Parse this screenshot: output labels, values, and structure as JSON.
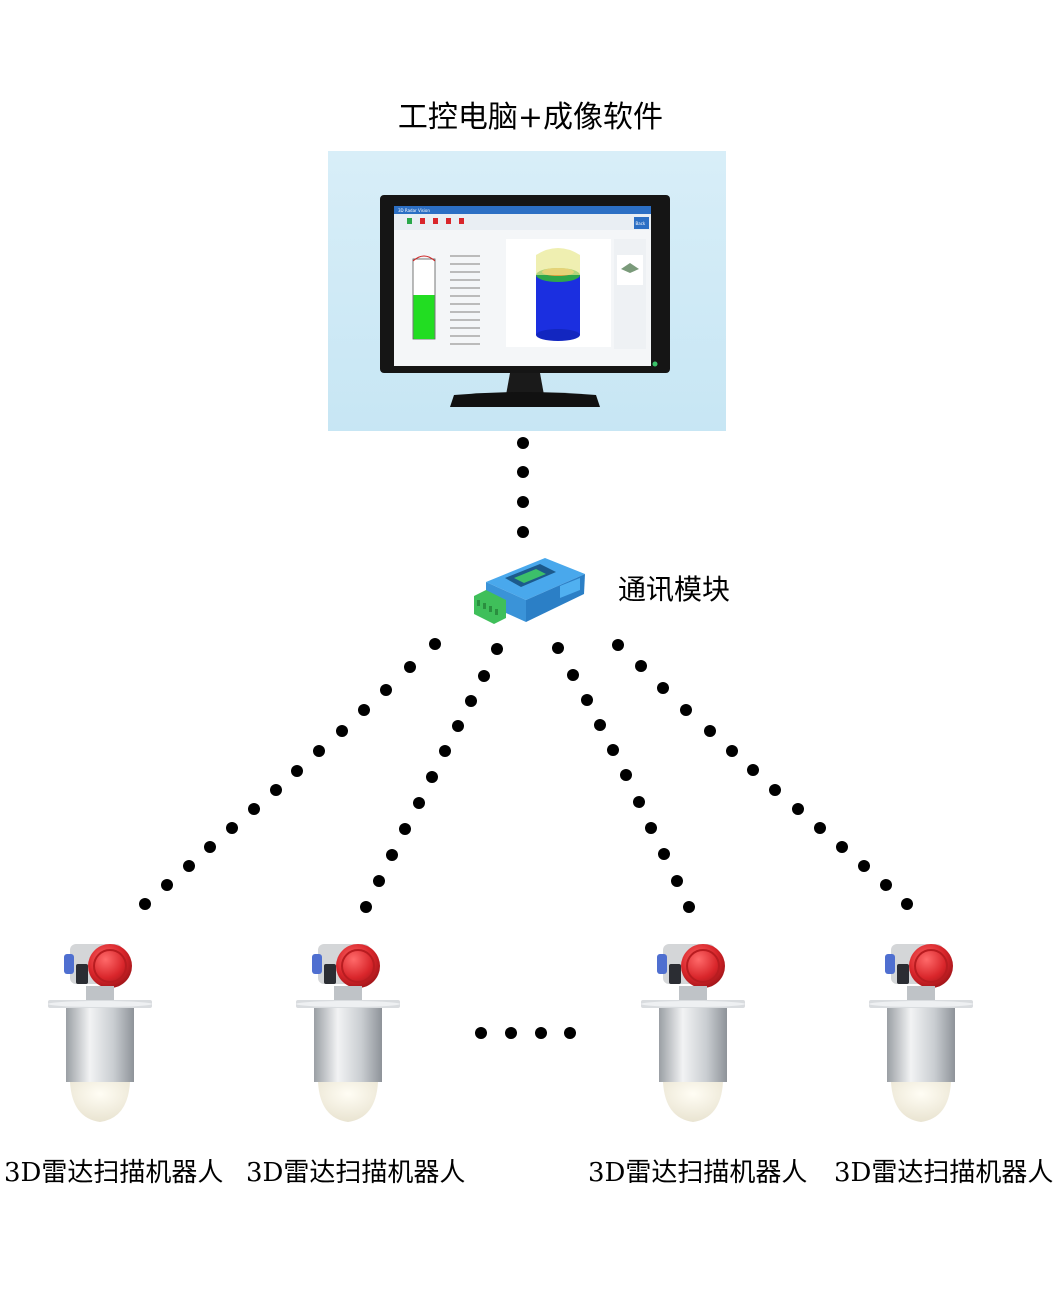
{
  "title": "工控电脑+成像软件",
  "comm_module_label": "通讯模块",
  "robot_label": "3D雷达扫描机器人",
  "robots": [
    {
      "label": "3D雷达扫描机器人"
    },
    {
      "label": "3D雷达扫描机器人"
    },
    {
      "label": "3D雷达扫描机器人"
    },
    {
      "label": "3D雷达扫描机器人"
    }
  ],
  "software_screen": {
    "window_title": "3D Radar Vision",
    "back_button": "Back"
  },
  "colors": {
    "dots": "#000000",
    "background": "#ffffff",
    "monitor_backdrop": "#cfe9f5",
    "module_body": "#2d8fd6",
    "terminal_green": "#3fbf5a",
    "robot_cap": "#d9262b",
    "robot_body": "#c8ccd0",
    "level_fill": "#22dd22"
  }
}
